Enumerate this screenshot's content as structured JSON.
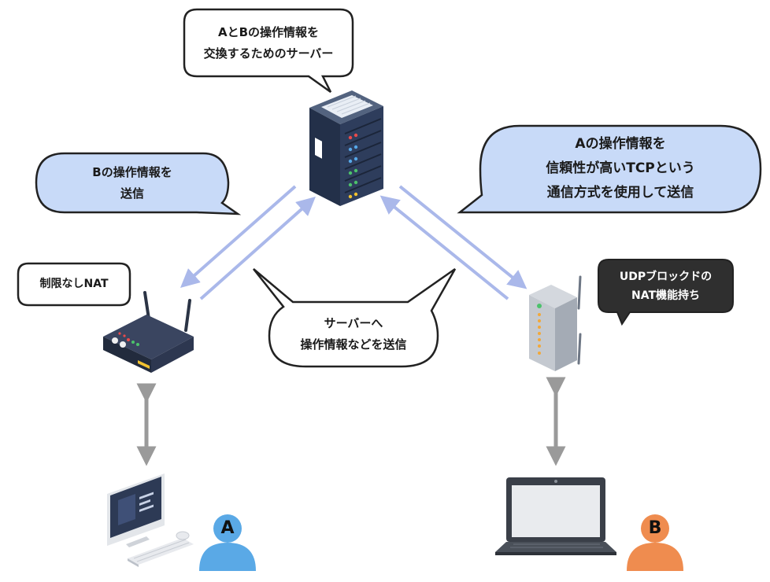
{
  "bubbles": {
    "server_desc": [
      "AとBの操作情報を",
      "交換するためのサーバー"
    ],
    "send_b": [
      "Bの操作情報を",
      "送信"
    ],
    "send_a": [
      "Aの操作情報を",
      "信頼性が高いTCPという",
      "通信方式を使用して送信"
    ],
    "nat_unlimited": [
      "制限なしNAT"
    ],
    "to_server": [
      "サーバーへ",
      "操作情報などを送信"
    ],
    "udp_block": [
      "UDPブロックドの",
      "NAT機能持ち"
    ]
  },
  "people": {
    "a": {
      "label": "A",
      "color": "#5aa9e6"
    },
    "b": {
      "label": "B",
      "color": "#ef8c4f"
    }
  },
  "colors": {
    "bubble_blue": "#c8daf8",
    "arrow_blue": "#aab8ea",
    "arrow_gray": "#9a9a9a",
    "dark_bubble": "#2f2f2f"
  }
}
